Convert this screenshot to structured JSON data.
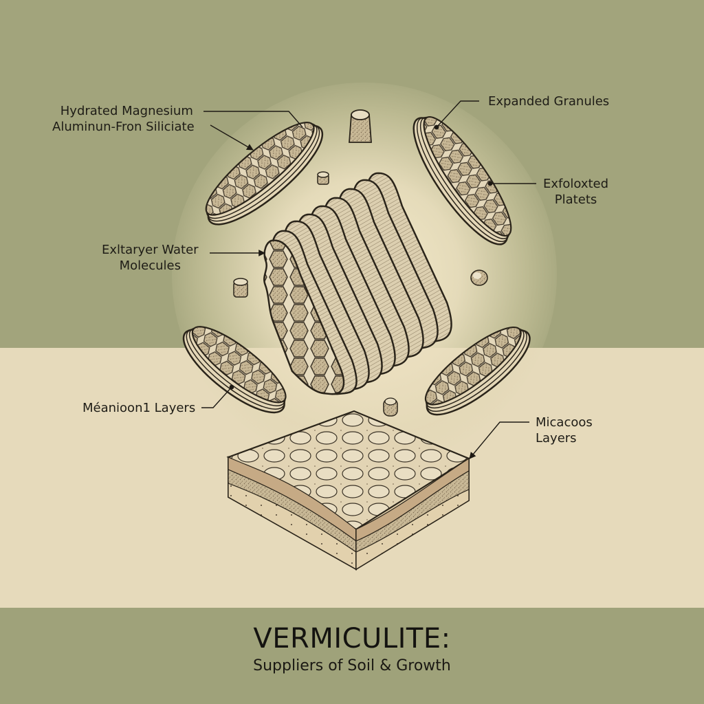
{
  "diagram": {
    "title": "VERMICULITE:",
    "subtitle": "Suppliers of Soil & Growth",
    "colors": {
      "background_top": "#a2a47c",
      "background_middle": "#e6dabb",
      "background_bottom_band": "#9fa27a",
      "ink": "#2a241a",
      "mineral_fill": "#d9cba8",
      "texture_fill": "#b9a888"
    },
    "labels": [
      {
        "id": "hydrated",
        "lines": [
          "Hydrated Magnesium",
          "Aluminun-Fron Siliciate"
        ]
      },
      {
        "id": "expanded",
        "lines": [
          "Expanded Granules"
        ]
      },
      {
        "id": "exfoliated",
        "lines": [
          "Exfoloxted",
          "Platets"
        ]
      },
      {
        "id": "water",
        "lines": [
          "Exltaryer Water",
          "Molecules"
        ]
      },
      {
        "id": "mineral",
        "lines": [
          "Méanioon1 Layers"
        ]
      },
      {
        "id": "micaceous",
        "lines": [
          "Micacoos",
          "Layers"
        ]
      }
    ],
    "components": [
      "exfoliated-platelet-top-left",
      "exfoliated-platelet-top-right",
      "exfoliated-platelet-bottom-left",
      "exfoliated-platelet-bottom-right",
      "expanded-layered-stack",
      "granule-pellets",
      "isometric-soil-block"
    ]
  }
}
